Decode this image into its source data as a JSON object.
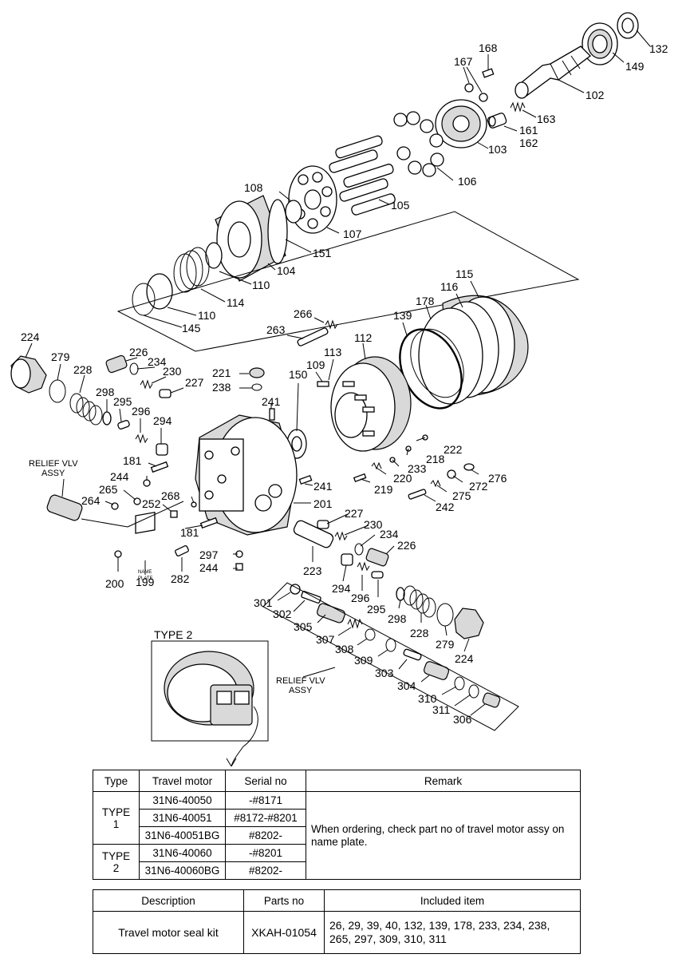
{
  "labels": {
    "p132": "132",
    "p149": "149",
    "p168": "168",
    "p167": "167",
    "p102": "102",
    "p163": "163",
    "p161": "161",
    "p162": "162",
    "p103": "103",
    "p106": "106",
    "p108": "108",
    "p105": "105",
    "p107": "107",
    "p151": "151",
    "p104": "104",
    "p110a": "110",
    "p114": "114",
    "p110b": "110",
    "p145": "145",
    "p115": "115",
    "p116": "116",
    "p178": "178",
    "p139": "139",
    "p266": "266",
    "p263": "263",
    "p112": "112",
    "p113": "113",
    "p224a": "224",
    "p279a": "279",
    "p226a": "226",
    "p234a": "234",
    "p230a": "230",
    "p221": "221",
    "p238": "238",
    "p228a": "228",
    "p227a": "227",
    "p298a": "298",
    "p295a": "295",
    "p296a": "296",
    "p294a": "294",
    "p150": "150",
    "p109": "109",
    "p241a": "241",
    "p222": "222",
    "p218": "218",
    "p233": "233",
    "p220": "220",
    "p219": "219",
    "p276": "276",
    "p272": "272",
    "p275": "275",
    "p242": "242",
    "p181a": "181",
    "p244a": "244",
    "p265": "265",
    "p264": "264",
    "p252": "252",
    "p268": "268",
    "p241b": "241",
    "p201": "201",
    "p227b": "227",
    "p230b": "230",
    "p234b": "234",
    "p226b": "226",
    "p181b": "181",
    "p297": "297",
    "p244b": "244",
    "p223": "223",
    "p294b": "294",
    "p296b": "296",
    "p295b": "295",
    "p298b": "298",
    "p228b": "228",
    "p279b": "279",
    "p224b": "224",
    "p200": "200",
    "p199": "199",
    "p282": "282",
    "p301": "301",
    "p302": "302",
    "p305": "305",
    "p307": "307",
    "p308": "308",
    "p309": "309",
    "p303": "303",
    "p304": "304",
    "p310": "310",
    "p311": "311",
    "p306": "306"
  },
  "callouts": {
    "relief_vlv_left_1": "RELIEF VLV",
    "relief_vlv_left_2": "ASSY",
    "relief_vlv_right_1": "RELIEF VLV",
    "relief_vlv_right_2": "ASSY",
    "type2": "TYPE 2",
    "name_plate_1": "NAME",
    "name_plate_2": "PLATE"
  },
  "type_table": {
    "headers": {
      "type": "Type",
      "motor": "Travel motor",
      "serial": "Serial no",
      "remark": "Remark"
    },
    "groups": [
      {
        "type": "TYPE 1",
        "rows": [
          {
            "motor": "31N6-40050",
            "serial": "-#8171"
          },
          {
            "motor": "31N6-40051",
            "serial": "#8172-#8201"
          },
          {
            "motor": "31N6-40051BG",
            "serial": "#8202-"
          }
        ]
      },
      {
        "type": "TYPE 2",
        "rows": [
          {
            "motor": "31N6-40060",
            "serial": "-#8201"
          },
          {
            "motor": "31N6-40060BG",
            "serial": "#8202-"
          }
        ]
      }
    ],
    "remark_text": "When ordering, check part no of travel motor assy on name plate."
  },
  "kit_table": {
    "headers": {
      "description": "Description",
      "parts_no": "Parts no",
      "included": "Included item"
    },
    "row": {
      "description": "Travel motor seal kit",
      "parts_no": "XKAH-01054",
      "included_line1": "26, 29, 39, 40, 132, 139, 178, 233, 234, 238,",
      "included_line2": "265, 297, 309, 310, 311"
    }
  }
}
